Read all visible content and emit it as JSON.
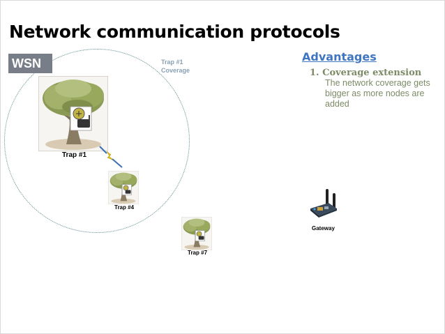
{
  "slide": {
    "title": "Network communication protocols",
    "section_badge": "WSN"
  },
  "coverage": {
    "caption_line1": "Trap #1",
    "caption_line2": "Coverage"
  },
  "advantages": {
    "heading": "Advantages",
    "item_title": "1. Coverage extension",
    "item_text": "The network coverage gets bigger as more nodes are added"
  },
  "nodes": {
    "trap1": "Trap #1",
    "trap4": "Trap #4",
    "trap7": "Trap #7",
    "gateway": "Gateway"
  },
  "colors": {
    "badge_bg": "#777e87",
    "advantages_heading": "#3f76bf",
    "advantages_text": "#7c8b66",
    "coverage_border": "#5f8a8e"
  }
}
